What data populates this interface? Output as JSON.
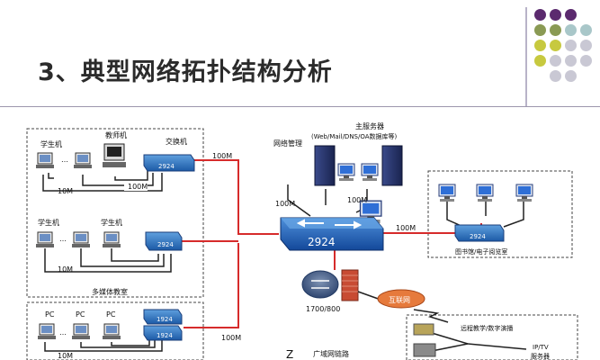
{
  "slide": {
    "title": "3、典型网络拓扑结构分析",
    "dot_colors": [
      "#5b2a6e",
      "#8a9a54",
      "#c7c93f",
      "#a9c7c9",
      "#c9c8d4"
    ]
  },
  "diagram": {
    "labels": {
      "student1": "学生机",
      "teacher": "教师机",
      "switch1_title": "交换机",
      "sw_2924": "2924",
      "speed_10m": "10M",
      "speed_100m": "100M",
      "student2a": "学生机",
      "student2b": "学生机",
      "multimedia_room": "多媒体教室",
      "pc": "PC",
      "sw_1924": "1924",
      "net_mgmt": "网络管理",
      "main_server": "主服务器",
      "server_types": "(Web/Mail/DNS/OA数据库等)",
      "core_switch": "2924",
      "router_model": "1700/800",
      "internet": "互联网",
      "wan_link": "广域网链路",
      "library": "图书馆/电子阅览室",
      "remote": "远程教学/数字演播",
      "iptv": "IP/TV",
      "server_short": "服务器"
    }
  }
}
